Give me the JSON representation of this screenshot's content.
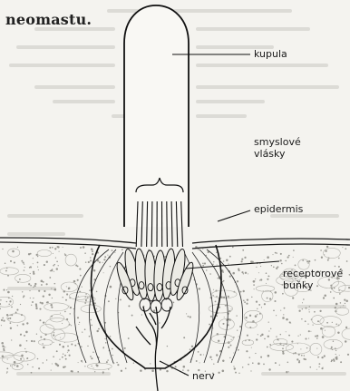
{
  "page": {
    "heading_fragment": "neomastu."
  },
  "labels": {
    "kupula": "kupula",
    "smyslove_vlasky": "smyslové\nvlásky",
    "epidermis": "epidermis",
    "receptorove_bunky": "receptorové\nbuňky",
    "nerv": "nerv"
  },
  "colors": {
    "paper": "#f4f3ef",
    "ink": "#1a1a1a",
    "bleed_text": "#b8b7b2",
    "stipple": "#9a9993"
  }
}
